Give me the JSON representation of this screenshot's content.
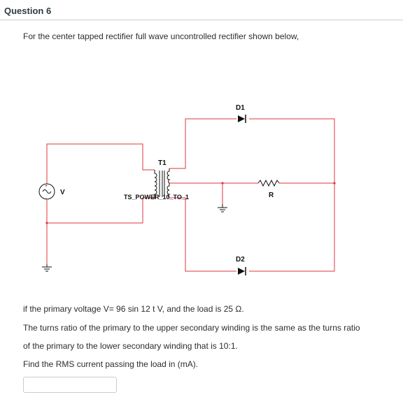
{
  "question": {
    "title": "Question 6"
  },
  "intro": "For the center tapped rectifier full wave uncontrolled rectifier shown below,",
  "circuit": {
    "labels": {
      "d1": "D1",
      "d2": "D2",
      "t1": "T1",
      "transformer_model": "TS_POWER_10_TO_1",
      "source": "V",
      "load": "R",
      "source_polarity_plus": "+",
      "source_polarity_minus": "-"
    },
    "wire_color": "#e0363c"
  },
  "body": {
    "line1": "if the primary voltage V= 96 sin 12 t  V, and the load is 25  Ω.",
    "line2": "The turns ratio of the primary to the upper secondary winding is the same as the turns ratio",
    "line3": "of the primary to the lower secondary winding that is 10:1.",
    "line4": "Find the RMS current passing the load in (mA)."
  },
  "answer": {
    "value": "",
    "placeholder": ""
  }
}
